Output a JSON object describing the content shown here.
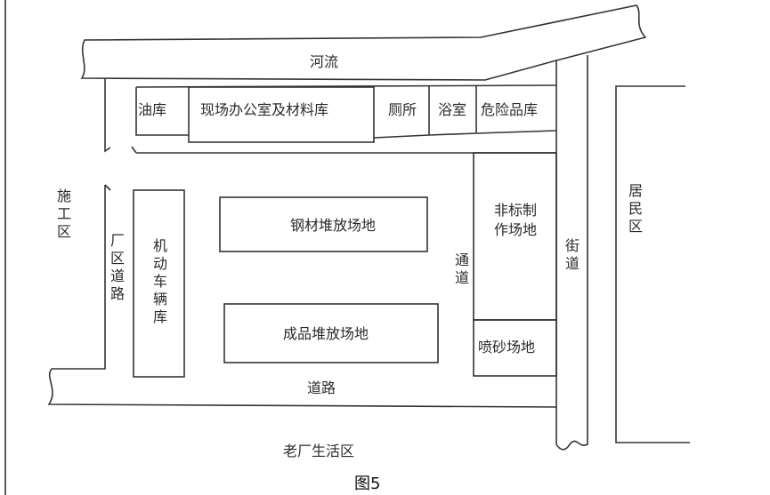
{
  "figure": {
    "caption": "图5",
    "labels": {
      "river": "河流",
      "oil_depot": "油库",
      "office_materials": "现场办公室及材料库",
      "toilet": "厕所",
      "bathroom": "浴室",
      "hazardous_store": "危险品库",
      "construction_area": "施工区",
      "plant_road": "厂区道路",
      "vehicle_garage": "机动车辆库",
      "steel_yard": "钢材堆放场地",
      "finished_yard": "成品堆放场地",
      "passage": "通道",
      "nonstandard_fab": "非标制作场地",
      "sandblast": "喷砂场地",
      "street": "街道",
      "residential": "居民区",
      "road": "道路",
      "old_living_area": "老厂生活区"
    }
  }
}
